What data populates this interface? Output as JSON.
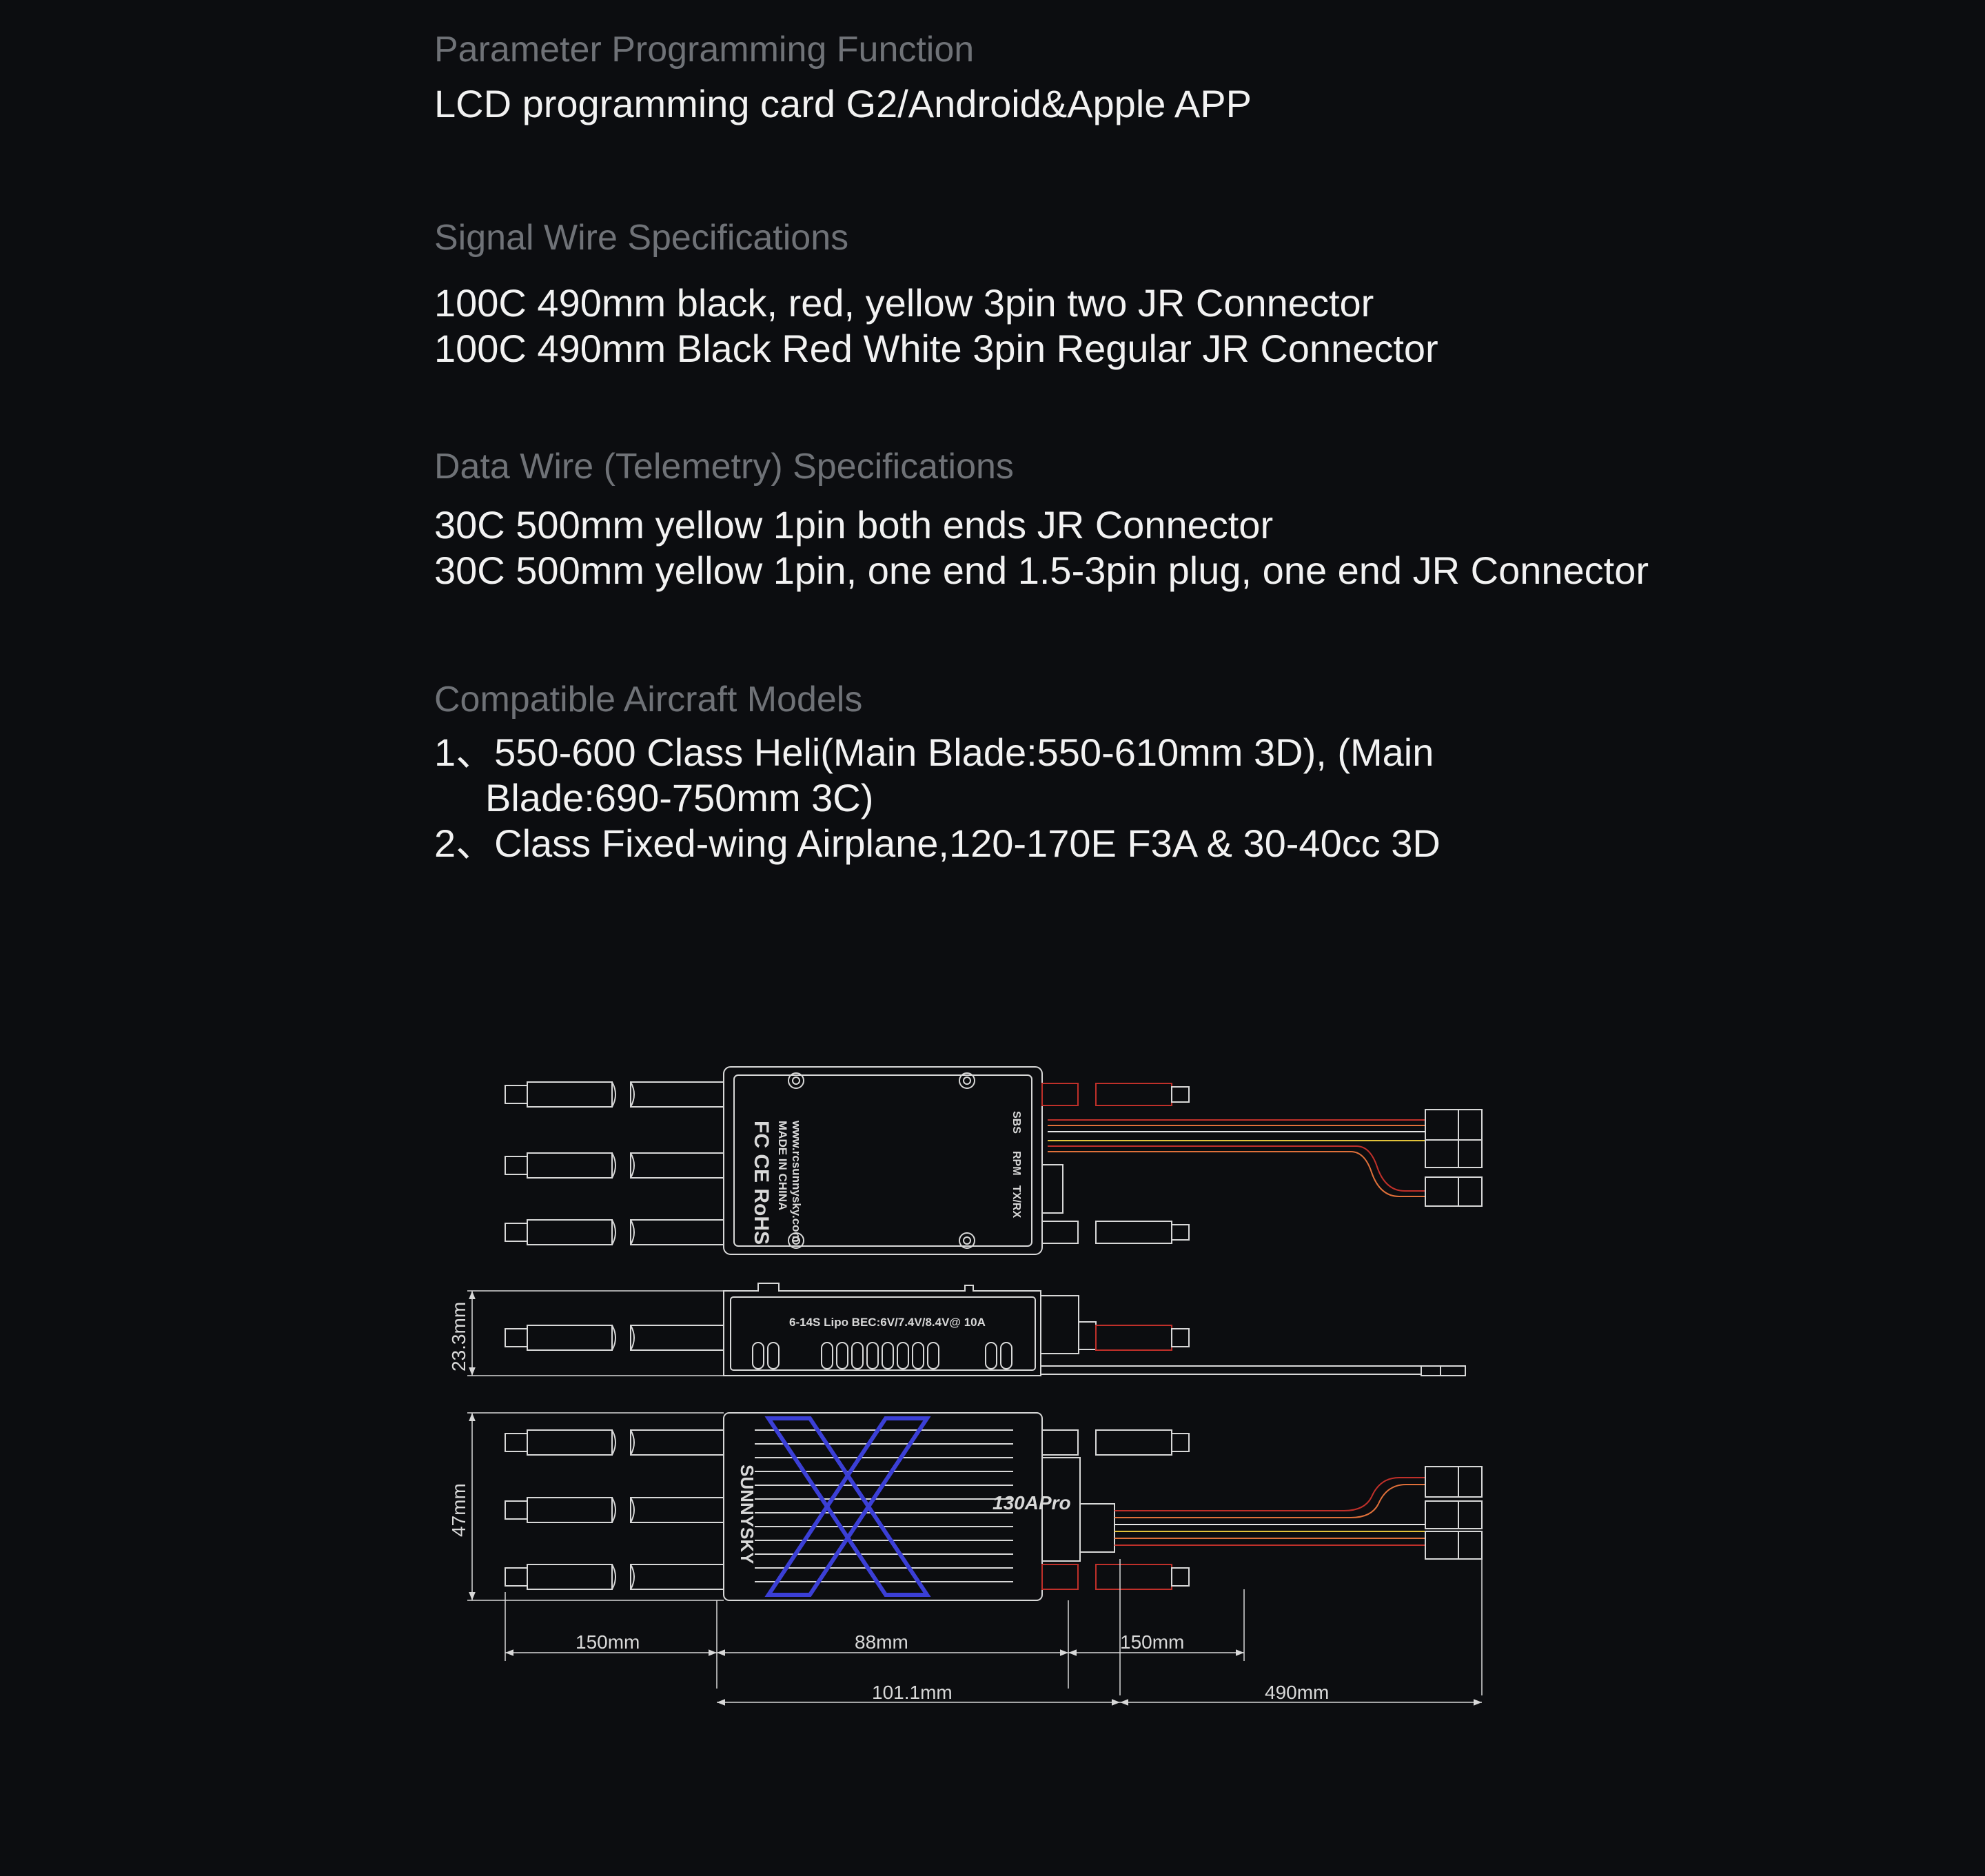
{
  "sections": [
    {
      "heading": "Parameter Programming Function",
      "lines": [
        "LCD programming card G2/Android&Apple APP"
      ]
    },
    {
      "heading": "Signal Wire Specifications",
      "lines": [
        "100C 490mm black, red, yellow 3pin two JR Connector",
        "100C 490mm Black Red White 3pin Regular JR Connector"
      ]
    },
    {
      "heading": "Data Wire (Telemetry) Specifications",
      "lines": [
        "30C 500mm yellow 1pin both ends JR Connector",
        "30C 500mm yellow 1pin, one end 1.5-3pin plug, one end JR Connector"
      ]
    },
    {
      "heading": "Compatible Aircraft Models",
      "lines": [
        "1、550-600 Class Heli(Main Blade:550-610mm 3D), (Main",
        "Blade:690-750mm 3C)",
        "2、Class Fixed-wing Airplane,120-170E F3A & 30-40cc 3D"
      ]
    }
  ],
  "diagram": {
    "label_bec": "6-14S Lipo BEC:6V/7.4V/8.4V@ 10A",
    "label_model": "130APro",
    "label_brand": "SUNNYSKY",
    "label_port_sbus": "SBS",
    "label_port_rpm": "RPM",
    "label_port_txrx": "TX/RX",
    "label_made": "MADE IN CHINA",
    "label_web": "www.rcsunnysky.com",
    "label_marks": "FC CE RoHS",
    "dims": {
      "height": "23.3mm",
      "width": "47mm",
      "left_wire": "150mm",
      "body": "88mm",
      "right_wire": "150mm",
      "total": "101.1mm",
      "signal_wire": "490mm"
    },
    "colors": {
      "outline": "#d8d8d8",
      "accent_blue": "#3b3fd6",
      "red_wire": "#c0302a",
      "orange_wire": "#e0703a",
      "yellow_wire": "#e2c23a",
      "white_wire": "#e8e8e8"
    }
  }
}
